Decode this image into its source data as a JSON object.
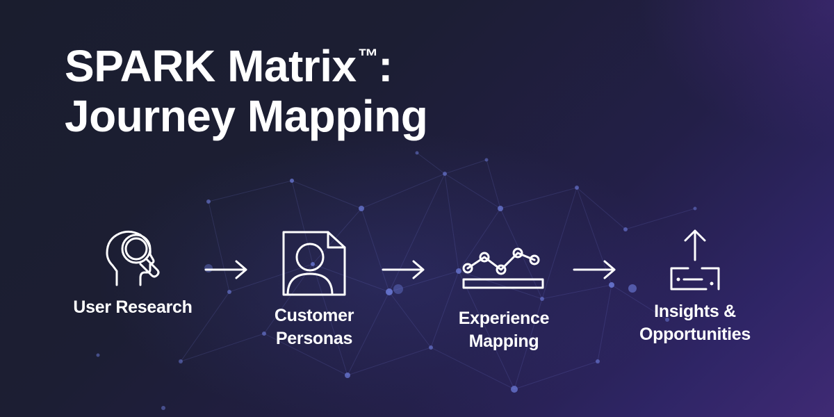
{
  "title": {
    "line1": "SPARK Matrix",
    "trademark": "™",
    "colon": ":",
    "line2": "Journey Mapping"
  },
  "steps": [
    {
      "label_lines": [
        "User Research"
      ],
      "icon": "head-magnifier-icon"
    },
    {
      "label_lines": [
        "Customer",
        "Personas"
      ],
      "icon": "person-document-icon"
    },
    {
      "label_lines": [
        "Experience",
        "Mapping"
      ],
      "icon": "line-chart-bar-icon"
    },
    {
      "label_lines": [
        "Insights &",
        "Opportunities"
      ],
      "icon": "upload-tray-icon"
    }
  ],
  "connector_icon": "arrow-right-icon",
  "colors": {
    "background_start": "#1a1d2e",
    "background_end": "#3f2a74",
    "text": "#ffffff",
    "network_node": "#6f7fe0"
  }
}
